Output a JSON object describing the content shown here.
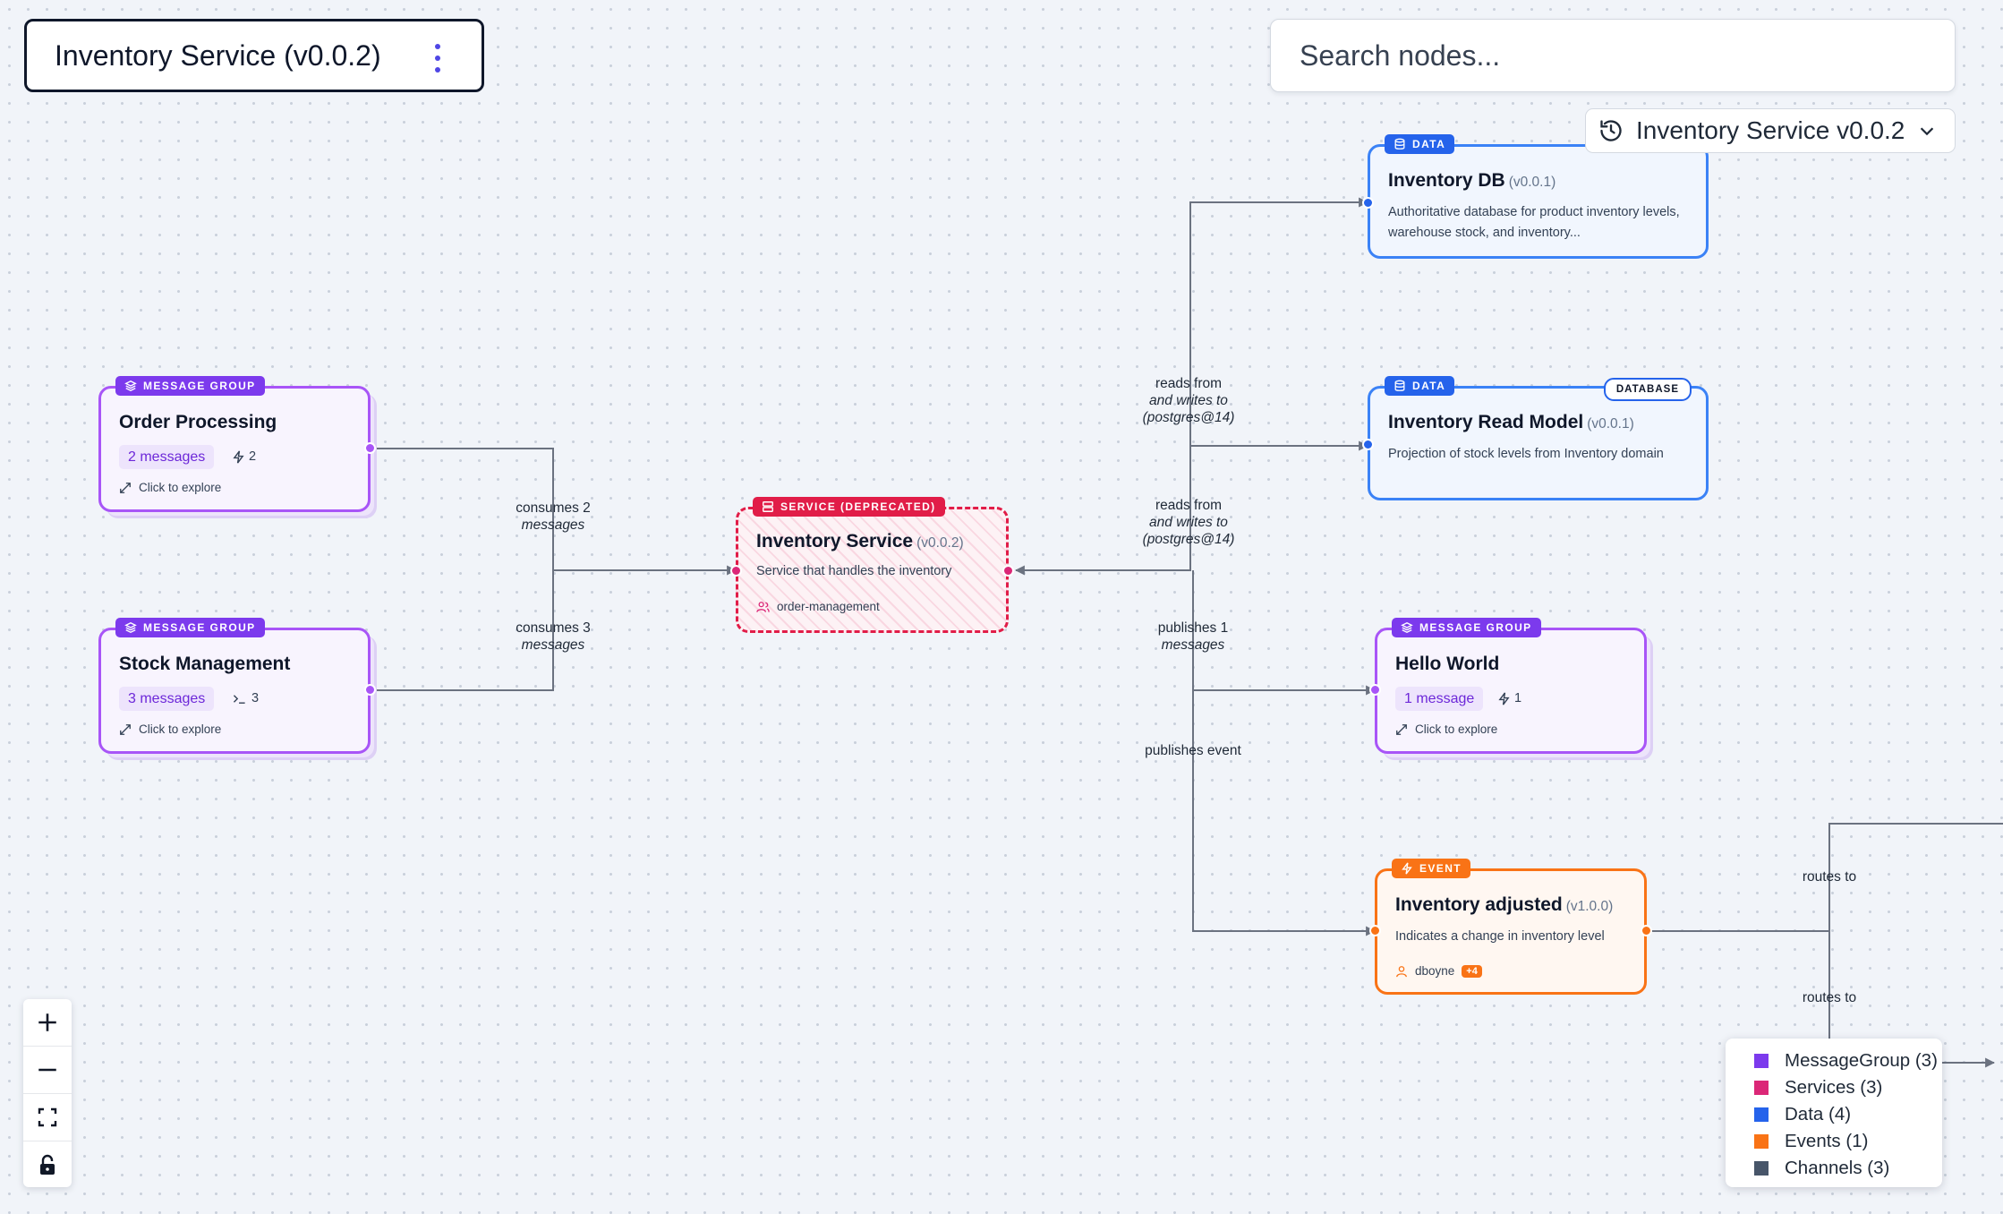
{
  "header": {
    "title": "Inventory Service (v0.0.2)"
  },
  "search": {
    "placeholder": "Search nodes..."
  },
  "version_selector": {
    "label": "Inventory Service v0.0.2"
  },
  "nodes": {
    "order_processing": {
      "badge": "MESSAGE GROUP",
      "title": "Order Processing",
      "pill": "2 messages",
      "count": "2",
      "explore": "Click to explore"
    },
    "stock_management": {
      "badge": "MESSAGE GROUP",
      "title": "Stock Management",
      "pill": "3 messages",
      "count": "3",
      "explore": "Click to explore"
    },
    "inventory_service": {
      "badge": "SERVICE (DEPRECATED)",
      "title": "Inventory Service",
      "version": "(v0.0.2)",
      "description": "Service that handles the inventory",
      "owner": "order-management"
    },
    "inventory_db": {
      "badge": "DATA",
      "title": "Inventory DB",
      "version": "(v0.0.1)",
      "description": "Authoritative database for product inventory levels, warehouse stock, and inventory..."
    },
    "inventory_read_model": {
      "badge": "DATA",
      "tag": "DATABASE",
      "title": "Inventory Read Model",
      "version": "(v0.0.1)",
      "description": "Projection of stock levels from Inventory domain"
    },
    "hello_world": {
      "badge": "MESSAGE GROUP",
      "title": "Hello World",
      "pill": "1 message",
      "count": "1",
      "explore": "Click to explore"
    },
    "inventory_adjusted": {
      "badge": "EVENT",
      "title": "Inventory adjusted",
      "version": "(v1.0.0)",
      "description": "Indicates a change in inventory level",
      "owner": "dboyne",
      "owner_extra": "+4"
    }
  },
  "edges": {
    "consumes_2": {
      "line1": "consumes 2",
      "line2": "messages"
    },
    "consumes_3": {
      "line1": "consumes 3",
      "line2": "messages"
    },
    "reads_db": {
      "line1": "reads from",
      "line2": "and writes to",
      "line3": "(postgres@14)"
    },
    "reads_rm": {
      "line1": "reads from",
      "line2": "and writes to",
      "line3": "(postgres@14)"
    },
    "publishes_1": {
      "line1": "publishes 1",
      "line2": "messages"
    },
    "publishes_event": {
      "line1": "publishes event"
    },
    "routes_1": {
      "line1": "routes to"
    },
    "routes_2": {
      "line1": "routes to"
    }
  },
  "legend": [
    {
      "label": "MessageGroup (3)",
      "color": "#7c3aed"
    },
    {
      "label": "Services (3)",
      "color": "#db2777"
    },
    {
      "label": "Data (4)",
      "color": "#2563eb"
    },
    {
      "label": "Events (1)",
      "color": "#f97316"
    },
    {
      "label": "Channels (3)",
      "color": "#475569"
    }
  ],
  "colors": {
    "message_group": "#a855f7",
    "service": "#e11d48",
    "data": "#3b82f6",
    "event": "#f97316",
    "edge": "#6b7280"
  }
}
